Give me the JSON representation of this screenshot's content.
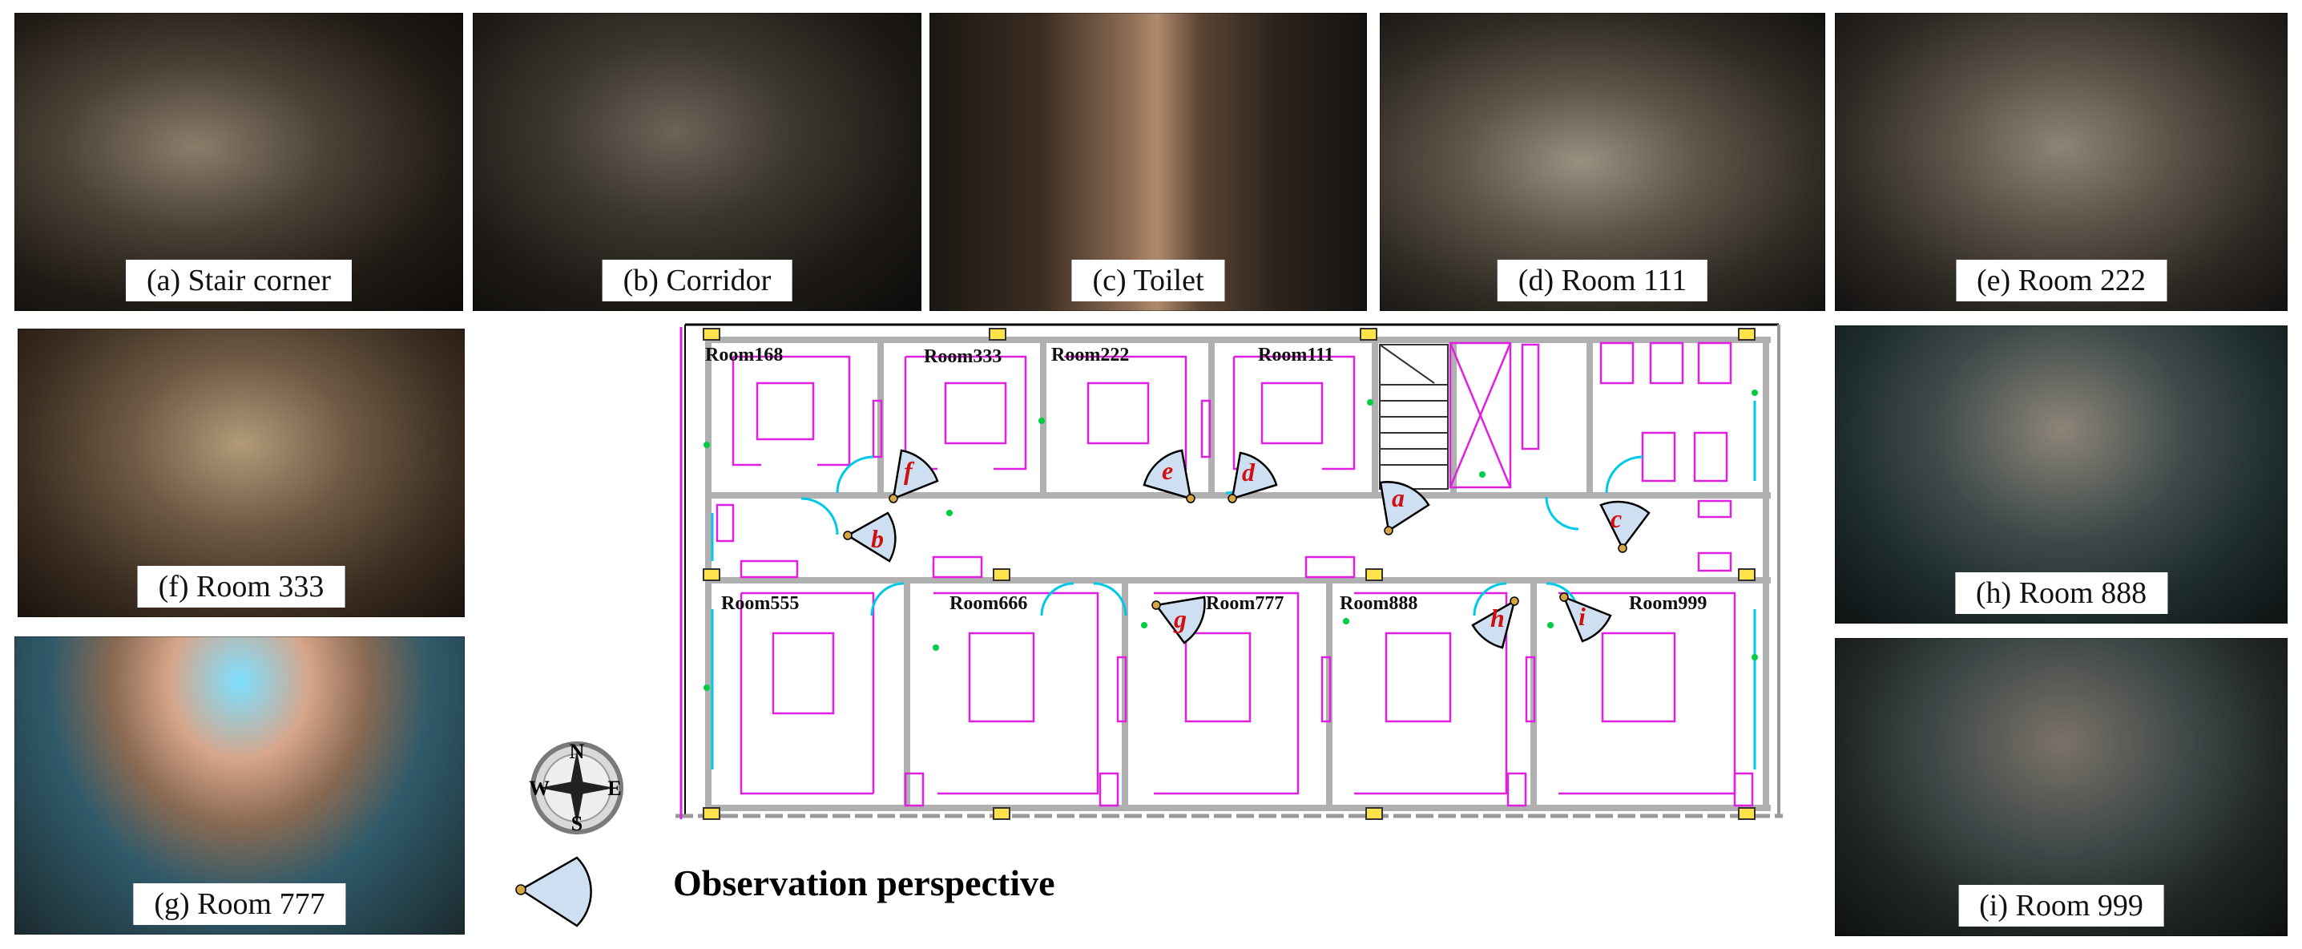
{
  "photos": [
    {
      "id": "a",
      "caption": "(a) Stair corner"
    },
    {
      "id": "b",
      "caption": "(b) Corridor"
    },
    {
      "id": "c",
      "caption": "(c) Toilet"
    },
    {
      "id": "d",
      "caption": "(d) Room 111"
    },
    {
      "id": "e",
      "caption": "(e) Room 222"
    },
    {
      "id": "f",
      "caption": "(f) Room 333"
    },
    {
      "id": "g",
      "caption": "(g) Room 777"
    },
    {
      "id": "h",
      "caption": "(h) Room 888"
    },
    {
      "id": "i",
      "caption": "(i) Room 999"
    }
  ],
  "plan": {
    "rooms_top": [
      "Room168",
      "Room333",
      "Room222",
      "Room111"
    ],
    "rooms_bottom": [
      "Room555",
      "Room666",
      "Room777",
      "Room888",
      "Room999"
    ],
    "markers": [
      "a",
      "b",
      "c",
      "d",
      "e",
      "f",
      "g",
      "h",
      "i"
    ],
    "wall_color": "#b0b0b0",
    "furniture_color": "#e020e0",
    "door_color": "#00c8e8",
    "marker_color": "#d01010"
  },
  "compass": {
    "n": "N",
    "s": "S",
    "e": "E",
    "w": "W"
  },
  "legend": {
    "label": "Observation perspective"
  }
}
